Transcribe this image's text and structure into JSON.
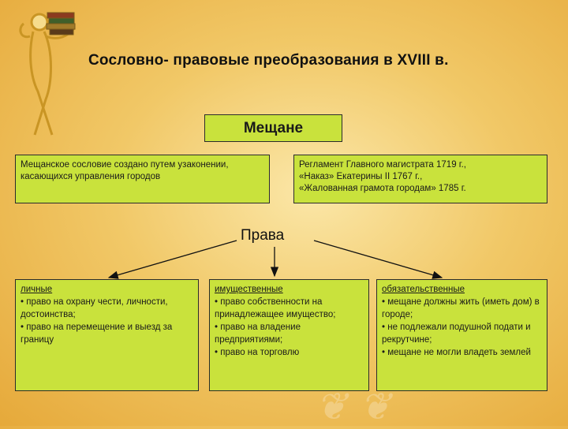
{
  "title": "Сословно- правовые преобразования в XVIII в.",
  "heading": "Мещане",
  "top_boxes": {
    "left": "Мещанское сословие создано путем узаконении, касающихся управления городов",
    "right": [
      "Регламент Главного магистрата 1719 г.,",
      "«Наказ» Екатерины II 1767 г.,",
      "«Жалованная грамота городам» 1785 г."
    ]
  },
  "rights_label": "Права",
  "columns": [
    {
      "heading": "личные",
      "items": [
        "• право на охрану чести, личности, достоинства;",
        "• право на перемещение и выезд за границу"
      ]
    },
    {
      "heading": "имущественные",
      "items": [
        "• право собственности на принадлежащее имущество;",
        "• право на  владение предприятиями;",
        "• право на торговлю"
      ]
    },
    {
      "heading": "обязательственные",
      "items": [
        "• мещане должны жить (иметь дом) в городе;",
        "• не подлежали подушной подати и рекрутчине;",
        "• мещане не могли владеть землей"
      ]
    }
  ]
}
